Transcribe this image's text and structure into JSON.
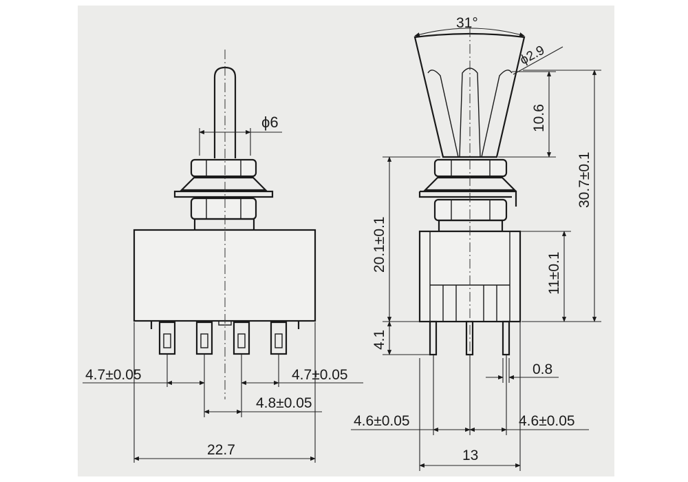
{
  "front_view": {
    "dims": {
      "diameter_6": "ϕ6",
      "pitch_left": "4.7±0.05",
      "pitch_right": "4.7±0.05",
      "pitch_center": "4.8±0.05",
      "width": "22.7"
    }
  },
  "side_view": {
    "dims": {
      "angle": "31°",
      "tip_diameter": "ϕ2.9",
      "lever_height": "10.6",
      "total_height": "30.7±0.1",
      "bushing_height": "20.1±0.1",
      "body_height": "11±0.1",
      "pin_length": "4.1",
      "pin_width": "0.8",
      "pitch_left": "4.6±0.05",
      "pitch_right": "4.6±0.05",
      "width": "13"
    }
  }
}
